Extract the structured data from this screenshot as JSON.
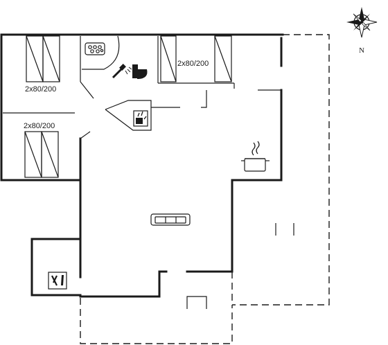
{
  "plan": {
    "bed_labels": [
      "2x80/200",
      "2x80/200",
      "2x80/200"
    ],
    "compass_label": "N",
    "icons": [
      "bed-icon",
      "whirlpool-icon",
      "shower-icon",
      "toilet-icon",
      "washing-machine-icon",
      "cooking-pot-icon",
      "sofa-icon",
      "fireplace-icon",
      "wine-icon",
      "compass-rose-icon"
    ]
  }
}
